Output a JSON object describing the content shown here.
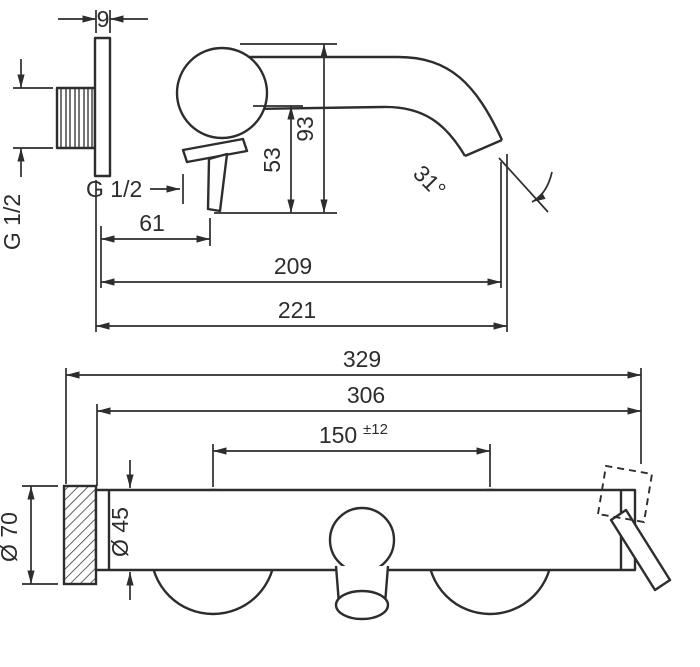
{
  "colors": {
    "line": "#2d2d2d",
    "background": "#ffffff"
  },
  "side_view": {
    "dims": {
      "plate_thickness": "9",
      "inlet_thread": "G 1/2",
      "outlet_thread": "G 1/2",
      "body_height": "93",
      "lever_height": "53",
      "lever_reach": "61",
      "spout_reach": "209",
      "overall_depth": "221",
      "spout_angle": "31°"
    }
  },
  "front_view": {
    "dims": {
      "overall_width": "329",
      "body_width": "306",
      "connection_distance": "150",
      "connection_tolerance": "±12",
      "body_diameter": "Ø 45",
      "flange_diameter": "Ø 70"
    }
  }
}
